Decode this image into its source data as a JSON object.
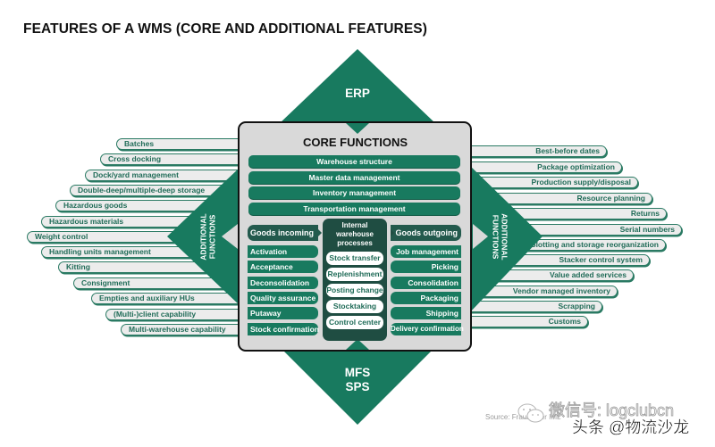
{
  "title": "FEATURES OF A WMS (CORE AND ADDITIONAL FEATURES)",
  "top_system": "ERP",
  "bottom_system": {
    "line1": "MFS",
    "line2": "SPS"
  },
  "additional_label": {
    "line1": "ADDITIONAL",
    "line2": "FUNCTIONS"
  },
  "left_additional": [
    "Batches",
    "Cross docking",
    "Dock/yard management",
    "Double-deep/multiple-deep storage",
    "Hazardous goods",
    "Hazardous materials",
    "Weight control",
    "Handling units management",
    "Kitting",
    "Consignment",
    "Empties and auxiliary HUs",
    "(Multi-)client capability",
    "Multi-warehouse capability"
  ],
  "right_additional": [
    "Best-before dates",
    "Package optimization",
    "Production supply/disposal",
    "Resource planning",
    "Returns",
    "Serial numbers",
    "Slotting and storage reorganization",
    "Stacker control system",
    "Value added services",
    "Vendor managed inventory",
    "Scrapping",
    "Customs"
  ],
  "core": {
    "title": "CORE FUNCTIONS",
    "bars": [
      "Warehouse structure",
      "Master data management",
      "Inventory management",
      "Transportation management"
    ],
    "goods_incoming": {
      "header": "Goods incoming",
      "items": [
        "Activation",
        "Acceptance",
        "Deconsolidation",
        "Quality assurance",
        "Putaway",
        "Stock confirmation"
      ]
    },
    "internal": {
      "title_lines": [
        "Internal",
        "warehouse",
        "processes"
      ],
      "items": [
        "Stock transfer",
        "Replenishment",
        "Posting change",
        "Stocktaking",
        "Control center"
      ]
    },
    "goods_outgoing": {
      "header": "Goods outgoing",
      "items": [
        "Job management",
        "Picking",
        "Consolidation",
        "Packaging",
        "Shipping",
        "Delivery confirmation"
      ]
    }
  },
  "source": "Source: Fraunhofer IML",
  "watermark": {
    "wechat_icon": "wechat-icon",
    "wechat": "微信号: logclubcn",
    "toutiao": "头条 @物流沙龙"
  },
  "colors": {
    "green": "#187a5f",
    "dark_green": "#1f4d42",
    "header_green": "#235a4d",
    "box_bg": "#d9d9d9",
    "pill_bg": "#ececec",
    "pill_border": "#2a7a63",
    "pill_text": "#1f6b57"
  }
}
